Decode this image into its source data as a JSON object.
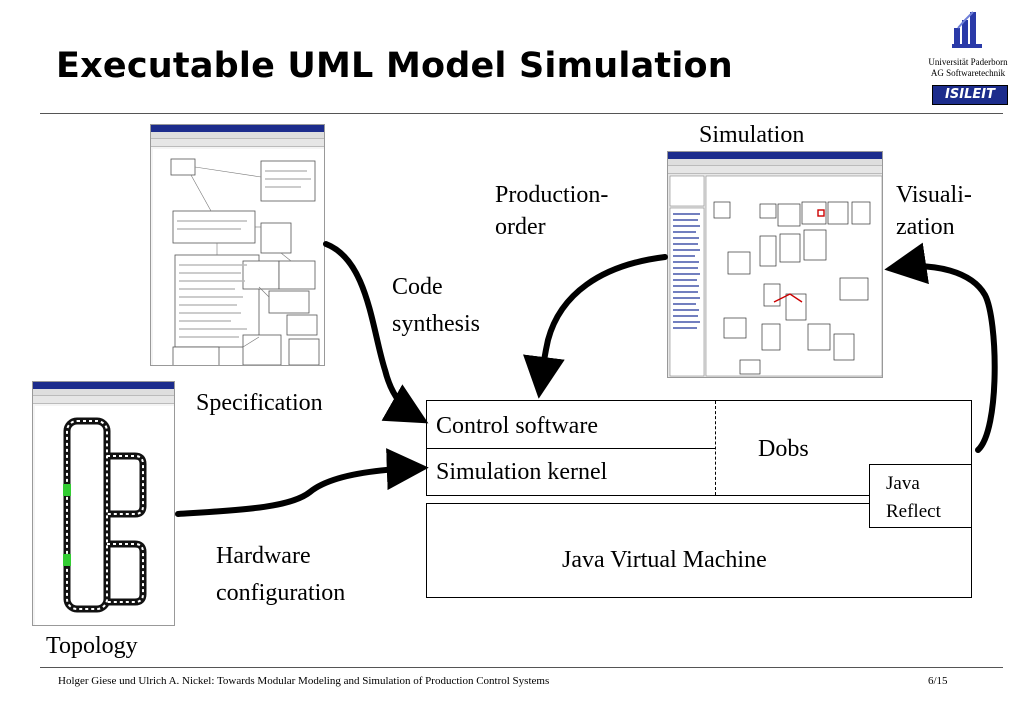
{
  "slide": {
    "title": "Executable UML Model Simulation",
    "footer": "Holger Giese und Ulrich A. Nickel: Towards Modular Modeling and Simulation of Production Control Systems",
    "page": "6/15"
  },
  "institution": {
    "line1": "Universität Paderborn",
    "line2": "AG Softwaretechnik",
    "logo_text": "ISILEIT"
  },
  "labels": {
    "simulation": "Simulation",
    "production_order_1": "Production-",
    "production_order_2": "order",
    "visualization_1": "Visuali-",
    "visualization_2": "zation",
    "code_synthesis_1": "Code",
    "code_synthesis_2": "synthesis",
    "specification": "Specification",
    "hardware_config_1": "Hardware",
    "hardware_config_2": "configuration",
    "topology": "Topology"
  },
  "architecture": {
    "control_software": "Control software",
    "simulation_kernel": "Simulation kernel",
    "dobs": "Dobs",
    "java_reflect_1": "Java",
    "java_reflect_2": "Reflect",
    "jvm": "Java Virtual Machine"
  },
  "colors": {
    "accent_blue": "#1c2c8c",
    "arrow": "#000000",
    "topology_green": "#33cc33"
  }
}
